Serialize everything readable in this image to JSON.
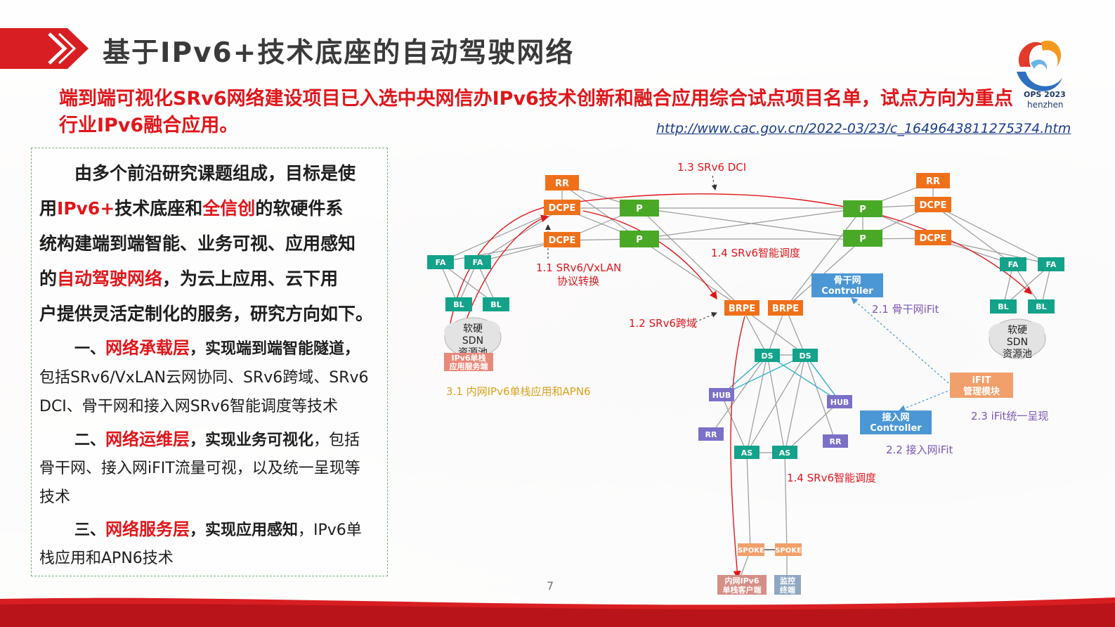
{
  "slide": {
    "title": "基于IPv6+技术底座的自动驾驶网络",
    "logo": {
      "line1": "OPS 2023",
      "line2": "henzhen"
    },
    "headline": "端到端可视化SRv6网络建设项目已入选中央网信办IPv6技术创新和融合应用综合试点项目名单，试点方向为重点行业IPv6融合应用。",
    "link": "http://www.cac.gov.cn/2022-03/23/c_1649643811275374.htm",
    "page_number": "7"
  },
  "left": {
    "l1": "由多个前沿研究课题组成，目标是使",
    "l2a": "用",
    "l2b": "IPv6+",
    "l2c": "技术底座和",
    "l2d": "全信创",
    "l2e": "的软硬件系",
    "l3": "统构建端到端智能、业务可视、应用感知",
    "l4a": "的",
    "l4b": "自动驾驶网络",
    "l4c": "，为云上应用、云下用",
    "l5": "户提供灵活定制化的服务，研究方向如下。",
    "s1a": "一、",
    "s1b": "网络承载层",
    "s1c": "，实现端到端智能隧道，",
    "s1d": "包括SRv6/VxLAN云网协同、SRv6跨域、SRv6",
    "s1e": "DCI、骨干网和接入网SRv6智能调度等技术",
    "s2a": "二、",
    "s2b": "网络运维层",
    "s2c": "，实现业务可视化",
    "s2d": "，包括",
    "s2e": "骨干网、接入网iFIT流量可视，以及统一呈现等",
    "s2f": "技术",
    "s3a": "三、",
    "s3b": "网络服务层",
    "s3c": "，实现应用感知",
    "s3d": "，IPv6单",
    "s3e": "栈应用和APN6技术"
  },
  "diagram": {
    "colors": {
      "orange": "#f0701a",
      "green": "#4aa827",
      "teal": "#13a38a",
      "purple": "#7b70c8",
      "blue": "#4b97d6",
      "salmon": "#f2a06b"
    },
    "nodes": {
      "rr_l": "RR",
      "dcpe_l1": "DCPE",
      "dcpe_l2": "DCPE",
      "p_l1": "P",
      "p_l2": "P",
      "rr_r": "RR",
      "dcpe_r1": "DCPE",
      "dcpe_r2": "DCPE",
      "p_r1": "P",
      "p_r2": "P",
      "fa_l1": "FA",
      "fa_l2": "FA",
      "bl_l1": "BL",
      "bl_l2": "BL",
      "fa_r1": "FA",
      "fa_r2": "FA",
      "bl_r1": "BL",
      "bl_r2": "BL",
      "brpe1": "BRPE",
      "brpe2": "BRPE",
      "ds1": "DS",
      "ds2": "DS",
      "hub1": "HUB",
      "hub2": "HUB",
      "rr_a1": "RR",
      "rr_a2": "RR",
      "as1": "AS",
      "as2": "AS",
      "spoke1": "SPOKE",
      "spoke2": "SPOKE",
      "client1": "内网IPv6",
      "client2": "单栈客户端",
      "monitor1": "监控",
      "monitor2": "终端",
      "app1": "IPv6单栈",
      "app2": "应用服务端",
      "bb_ctrl1": "骨干网",
      "bb_ctrl2": "Controller",
      "ac_ctrl1": "接入网",
      "ac_ctrl2": "Controller",
      "ifit1": "iFIT",
      "ifit2": "管理模块"
    },
    "clouds": {
      "left": {
        "l1": "软硬",
        "l2": "SDN",
        "l3": "资源池"
      },
      "right": {
        "l1": "软硬",
        "l2": "SDN",
        "l3": "资源池"
      }
    },
    "labels": {
      "dci": "1.3 SRv6 DCI",
      "vx1": "1.1 SRv6/VxLAN",
      "vx2": "协议转换",
      "sched_top": "1.4 SRv6智能调度",
      "cross": "1.2 SRv6跨域",
      "bb_ifit": "2.1 骨干网iFit",
      "ac_ifit": "2.2 接入网iFit",
      "ifit_unified": "2.3 iFit统一呈现",
      "ipv6_app": "3.1 内网IPv6单栈应用和APN6",
      "sched_bottom": "1.4 SRv6智能调度"
    }
  }
}
